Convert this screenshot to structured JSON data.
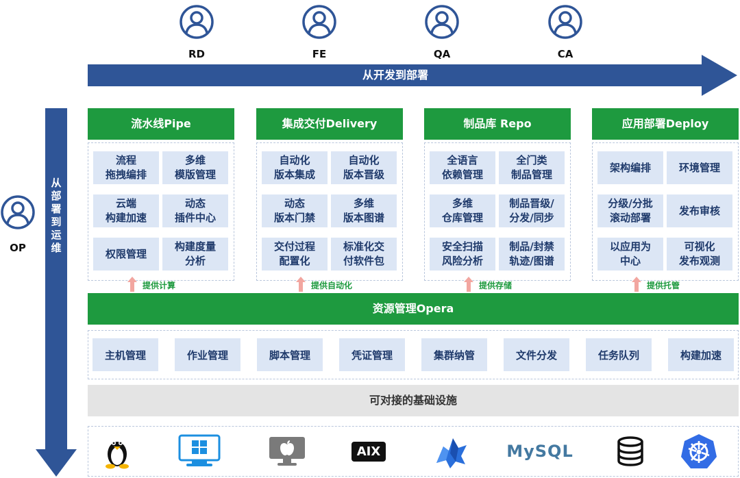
{
  "roles_top": [
    {
      "label": "RD",
      "icon": "user-circle-icon"
    },
    {
      "label": "FE",
      "icon": "user-circle-icon"
    },
    {
      "label": "QA",
      "icon": "user-circle-icon"
    },
    {
      "label": "CA",
      "icon": "user-circle-icon"
    }
  ],
  "role_side": {
    "label": "OP",
    "icon": "user-circle-icon"
  },
  "top_arrow": {
    "label": "从开发到部署"
  },
  "side_arrow": {
    "label": "从部署到运维",
    "chars": [
      "从",
      "部",
      "署",
      "到",
      "运",
      "维"
    ]
  },
  "modules": [
    {
      "title": "流水线Pipe",
      "cells": [
        "流程\n拖拽编排",
        "多维\n模版管理",
        "云端\n构建加速",
        "动态\n插件中心",
        "权限管理",
        "构建度量\n分析"
      ],
      "provide": "提供计算"
    },
    {
      "title": "集成交付Delivery",
      "cells": [
        "自动化\n版本集成",
        "自动化\n版本晋级",
        "动态\n版本门禁",
        "多维\n版本图谱",
        "交付过程\n配置化",
        "标准化交\n付软件包"
      ],
      "provide": "提供自动化"
    },
    {
      "title": "制品库 Repo",
      "cells": [
        "全语言\n依赖管理",
        "全门类\n制品管理",
        "多维\n仓库管理",
        "制品晋级/\n分发/同步",
        "安全扫描\n风险分析",
        "制品/封禁\n轨迹/图谱"
      ],
      "provide": "提供存储"
    },
    {
      "title": "应用部署Deploy",
      "cells": [
        "架构编排",
        "环境管理",
        "分级/分批\n滚动部署",
        "发布审核",
        "以应用为\n中心",
        "可视化\n发布观测"
      ],
      "provide": "提供托管"
    }
  ],
  "opera": {
    "title": "资源管理Opera"
  },
  "resources": [
    "主机管理",
    "作业管理",
    "脚本管理",
    "凭证管理",
    "集群纳管",
    "文件分发",
    "任务队列",
    "构建加速"
  ],
  "infra": {
    "title": "可对接的基础设施"
  },
  "logos": [
    {
      "name": "linux-logo",
      "text": ""
    },
    {
      "name": "windows-logo",
      "text": ""
    },
    {
      "name": "apple-logo",
      "text": ""
    },
    {
      "name": "aix-logo",
      "text": "AIX"
    },
    {
      "name": "kylin-logo",
      "text": ""
    },
    {
      "name": "mysql-logo",
      "text": "MySQL"
    },
    {
      "name": "database-logo",
      "text": ""
    },
    {
      "name": "kubernetes-logo",
      "text": ""
    }
  ],
  "colors": {
    "blue": "#2f5597",
    "green": "#1e9a3f",
    "cell": "#dce6f5",
    "gray": "#e4e4e4",
    "arrow_up": "#f2a6a0"
  }
}
